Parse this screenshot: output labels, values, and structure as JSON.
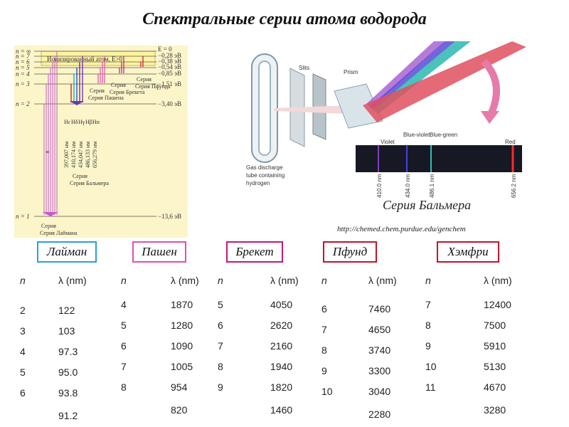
{
  "title": "Спектральные серии атома водорода",
  "energy_diagram": {
    "n_labels": [
      "n = ∞",
      "n = 7",
      "n = 6",
      "n = 5",
      "n = 4",
      "n = 3",
      "n = 2",
      "n = 1"
    ],
    "energies": [
      "E = 0",
      "−0,28 эВ",
      "−0,38 эВ",
      "−0,54 эВ",
      "−0,85 эВ",
      "−1,51 эВ",
      "−3,40 эВ",
      "−13,6 эВ"
    ],
    "ionized_label": "Ионизированный атом, E>0",
    "series_lyman": "Серия Лаймана",
    "series_balmer": "Серия Бальмера",
    "series_paschen": "Серия Пашена",
    "series_brackett": "Серия Брекета",
    "series_pfund": "Серия Пфунда",
    "balmer_lines": [
      "Hα",
      "Hβ",
      "Hγ",
      "Hδ",
      "Hε"
    ],
    "balmer_wavelengths": [
      "656,279 нм",
      "486,133 нм",
      "434,047 нм",
      "410,174 нм",
      "397,007 нм"
    ],
    "infinity": "∞"
  },
  "spectroscope": {
    "slits": "Slits",
    "prism": "Prism",
    "tube_label": [
      "Gas discharge",
      "tube containing",
      "hydrogen"
    ],
    "colors": [
      "Violet",
      "Blue-violet",
      "Blue-green",
      "Red"
    ],
    "lines": [
      "410.0 nm",
      "434.0 nm",
      "486.1 nm",
      "656.2 nm"
    ]
  },
  "balmer_caption": "Серия Бальмера",
  "url": "http://chemed.chem.purdue.edu/genchem",
  "series": [
    {
      "name": "Лайман",
      "color": "#2aa0d8"
    },
    {
      "name": "Пашен",
      "color": "#e44fb0"
    },
    {
      "name": "Брекет",
      "color": "#c3187a"
    },
    {
      "name": "Пфунд",
      "color": "#c0152a"
    },
    {
      "name": "Хэмфри",
      "color": "#c0152a"
    }
  ],
  "table_headers": {
    "n": "n",
    "lambda": "λ (nm)"
  },
  "tables": [
    {
      "n": [
        "2",
        "3",
        "4",
        "5",
        "6",
        ""
      ],
      "lambda": [
        "122",
        "103",
        "97.3",
        "95.0",
        "93.8",
        "91.2"
      ]
    },
    {
      "n": [
        "4",
        "5",
        "6",
        "7",
        "8",
        ""
      ],
      "lambda": [
        "1870",
        "1280",
        "1090",
        "1005",
        "954",
        "820"
      ]
    },
    {
      "n": [
        "5",
        "6",
        "7",
        "8",
        "9",
        ""
      ],
      "lambda": [
        "4050",
        "2620",
        "2160",
        "1940",
        "1820",
        "1460"
      ]
    },
    {
      "n": [
        "6",
        "7",
        "8",
        "9",
        "10",
        ""
      ],
      "lambda": [
        "7460",
        "4650",
        "3740",
        "3300",
        "3040",
        "2280"
      ]
    },
    {
      "n": [
        "7",
        "8",
        "9",
        "10",
        "11",
        ""
      ],
      "lambda": [
        "12400",
        "7500",
        "5910",
        "5130",
        "4670",
        "3280"
      ]
    }
  ]
}
